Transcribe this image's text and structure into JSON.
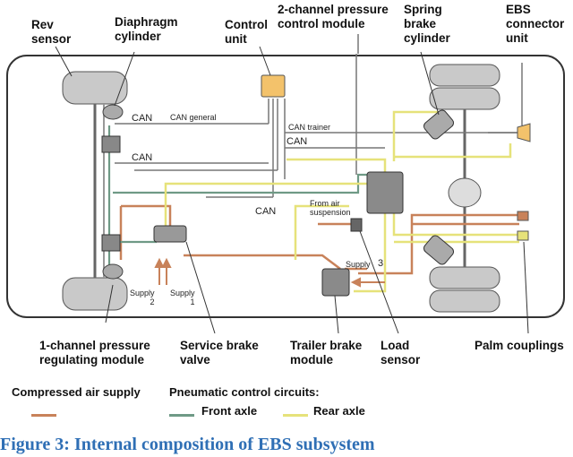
{
  "labels": {
    "rev_sensor": "Rev\nsensor",
    "diaphragm_cylinder": "Diaphragm\ncylinder",
    "control_unit": "Control\nunit",
    "two_channel_module": "2-channel pressure\ncontrol module",
    "spring_brake_cylinder": "Spring\nbrake\ncylinder",
    "ebs_connector_unit": "EBS\nconnector\nunit",
    "one_channel_module": "1-channel pressure\nregulating module",
    "service_brake_valve": "Service brake\nvalve",
    "trailer_brake_module": "Trailer brake\nmodule",
    "load_sensor": "Load\nsensor",
    "palm_couplings": "Palm couplings"
  },
  "diagram_text": {
    "can_1": "CAN",
    "can_general": "CAN general",
    "can_2": "CAN",
    "can_trainer": "CAN trainer",
    "can_3": "CAN",
    "can_4": "CAN",
    "from_air_suspension": "From air\nsuspension",
    "supply_3": "Supply",
    "supply_3_num": "3",
    "supply_2": "Supply\n2",
    "supply_1": "Supply\n1"
  },
  "legend": {
    "compressed_air_supply": "Compressed air supply",
    "pneumatic_control_circuits": "Pneumatic control circuits:",
    "front_axle": "Front axle",
    "rear_axle": "Rear axle",
    "colors": {
      "supply": "#c8825a",
      "front_axle": "#6f9a86",
      "rear_axle": "#e6e27a"
    }
  },
  "caption": "Figure 3: Internal composition of EBS subsystem"
}
